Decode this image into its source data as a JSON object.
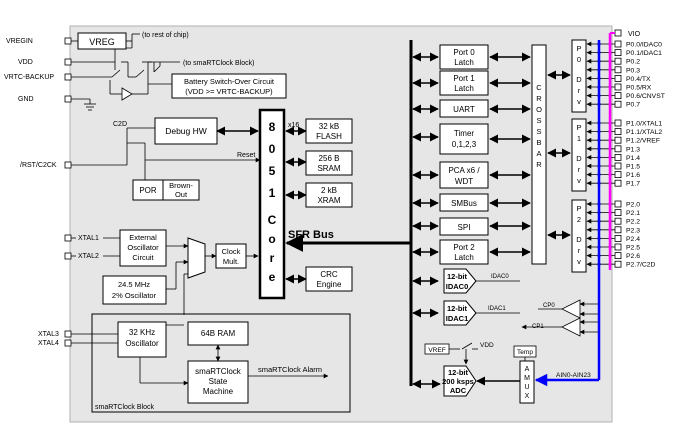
{
  "left_pins": {
    "vregin": "VREGIN",
    "vdd": "VDD",
    "vrtc_backup": "VRTC-BACKUP",
    "gnd": "GND",
    "c2d": "C2D",
    "rst": "/RST/C2CK",
    "xtal1": "XTAL1",
    "xtal2": "XTAL2",
    "xtal3": "XTAL3",
    "xtal4": "XTAL4"
  },
  "blocks": {
    "vreg": "VREG",
    "to_rest": "(to rest of chip)",
    "to_smart": "(to smaRTClock Block)",
    "battery_l1": "Battery Switch-Over Circuit",
    "battery_l2": "(VDD >= VRTC-BACKUP)",
    "debug_hw": "Debug HW",
    "por": "POR",
    "brownout_l1": "Brown-",
    "brownout_l2": "Out",
    "reset": "Reset",
    "core_digits": [
      "8",
      "0",
      "5",
      "1"
    ],
    "core_letters": [
      "C",
      "o",
      "r",
      "e"
    ],
    "x16": "x16",
    "flash_l1": "32 kB",
    "flash_l2": "FLASH",
    "sram_l1": "256 B",
    "sram_l2": "SRAM",
    "xram_l1": "2 kB",
    "xram_l2": "XRAM",
    "crc_l1": "CRC",
    "crc_l2": "Engine",
    "sfr_bus": "SFR Bus",
    "ext_osc_l1": "External",
    "ext_osc_l2": "Oscillator",
    "ext_osc_l3": "Circuit",
    "int_osc_l1": "24.5 MHz",
    "int_osc_l2": "2% Oscillator",
    "clock_mult_l1": "Clock",
    "clock_mult_l2": "Mult.",
    "khz_osc_l1": "32 KHz",
    "khz_osc_l2": "Oscillator",
    "ram64": "64B RAM",
    "smart_sm_l1": "smaRTClock",
    "smart_sm_l2": "State",
    "smart_sm_l3": "Machine",
    "smart_alarm": "smaRTClock Alarm",
    "smart_block": "smaRTClock Block"
  },
  "peripherals": {
    "port0_l1": "Port 0",
    "port0_l2": "Latch",
    "port1_l1": "Port 1",
    "port1_l2": "Latch",
    "uart": "UART",
    "timer_l1": "Timer",
    "timer_l2": "0,1,2,3",
    "pca_l1": "PCA x6 /",
    "pca_l2": "WDT",
    "smbus": "SMBus",
    "spi": "SPI",
    "port2_l1": "Port 2",
    "port2_l2": "Latch",
    "crossbar": [
      "C",
      "R",
      "O",
      "S",
      "S",
      "B",
      "A",
      "R"
    ]
  },
  "analog": {
    "idac0_l1": "12-bit",
    "idac0_l2": "IDAC0",
    "idac0_out": "IDAC0",
    "idac1_l1": "12-bit",
    "idac1_l2": "IDAC1",
    "idac1_out": "IDAC1",
    "cp0": "CP0",
    "cp1": "CP1",
    "vref": "VREF",
    "vdd": "VDD",
    "temp": "Temp",
    "adc_l1": "12-bit",
    "adc_l2": "200 ksps",
    "adc_l3": "ADC",
    "amux": [
      "A",
      "M",
      "U",
      "X"
    ],
    "ain_label": "AIN0-AIN23"
  },
  "port_drivers": [
    {
      "letters": [
        "P",
        "0",
        "D",
        "r",
        "v"
      ]
    },
    {
      "letters": [
        "P",
        "1",
        "D",
        "r",
        "v"
      ]
    },
    {
      "letters": [
        "P",
        "2",
        "D",
        "r",
        "v"
      ]
    }
  ],
  "right_pins": {
    "vio": "VIO",
    "p0": [
      "P0.0/IDAC0",
      "P0.1/IDAC1",
      "P0.2",
      "P0.3",
      "P0.4/TX",
      "P0.5/RX",
      "P0.6/CNVST",
      "P0.7"
    ],
    "p1": [
      "P1.0/XTAL1",
      "P1.1/XTAL2",
      "P1.2/VREF",
      "P1.3",
      "P1.4",
      "P1.5",
      "P1.6",
      "P1.7"
    ],
    "p2": [
      "P2.0",
      "P2.1",
      "P2.2",
      "P2.3",
      "P2.4",
      "P2.5",
      "P2.6",
      "P2.7/C2D"
    ]
  },
  "colors": {
    "background_panel": "#e6e6e6",
    "bus_blue": "#0000ff",
    "vio_magenta": "#ff00ff",
    "line": "#000000"
  }
}
